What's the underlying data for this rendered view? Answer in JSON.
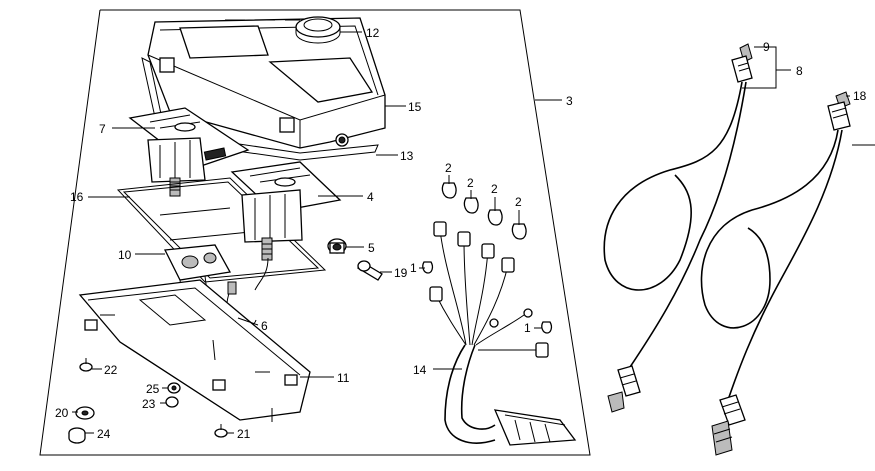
{
  "callouts": {
    "c1a": "1",
    "c1b": "1",
    "c2a": "2",
    "c2b": "2",
    "c2c": "2",
    "c2d": "2",
    "c3": "3",
    "c4": "4",
    "c5": "5",
    "c6": "6",
    "c7": "7",
    "c8": "8",
    "c9": "9",
    "c10": "10",
    "c11": "11",
    "c12": "12",
    "c13": "13",
    "c14": "14",
    "c15": "15",
    "c16": "16",
    "c18": "18",
    "c19": "19",
    "c20": "20",
    "c21": "21",
    "c22": "22",
    "c23": "23",
    "c24": "24",
    "c25": "25"
  }
}
